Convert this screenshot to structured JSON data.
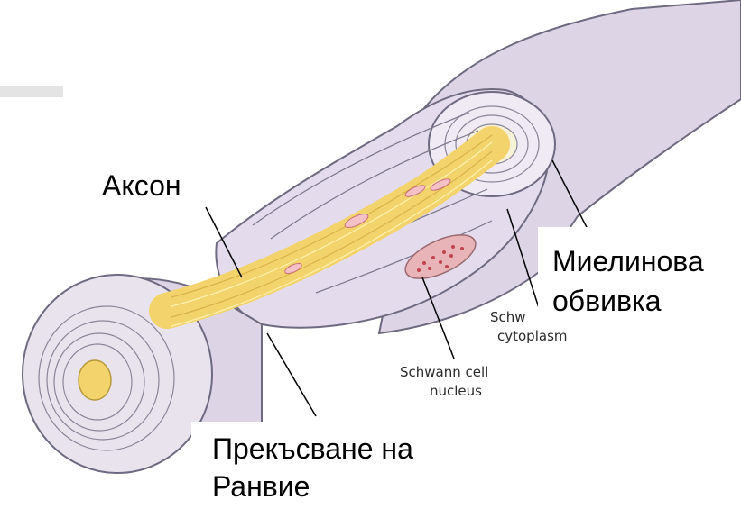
{
  "labels": {
    "axon": "Аксон",
    "myelin_line1": "Миелинова",
    "myelin_line2": "обвивка",
    "node_line1": "Прекъсване на",
    "node_line2": "Ранвие",
    "schwann_cyto_line1": "Schw",
    "schwann_cyto_line2": "cytoplasm",
    "schwann_nucleus_line1": "Schwann cell",
    "schwann_nucleus_line2": "nucleus"
  },
  "colors": {
    "tissue": "#dcd3e4",
    "tissue_light": "#ece6f0",
    "outline": "#6e6a80",
    "axon": "#f3d36b",
    "axon_highlight": "#fff2b0",
    "nucleus": "#e8b4b8",
    "nucleus_dots": "#c0444e",
    "leader_line": "#000000"
  }
}
